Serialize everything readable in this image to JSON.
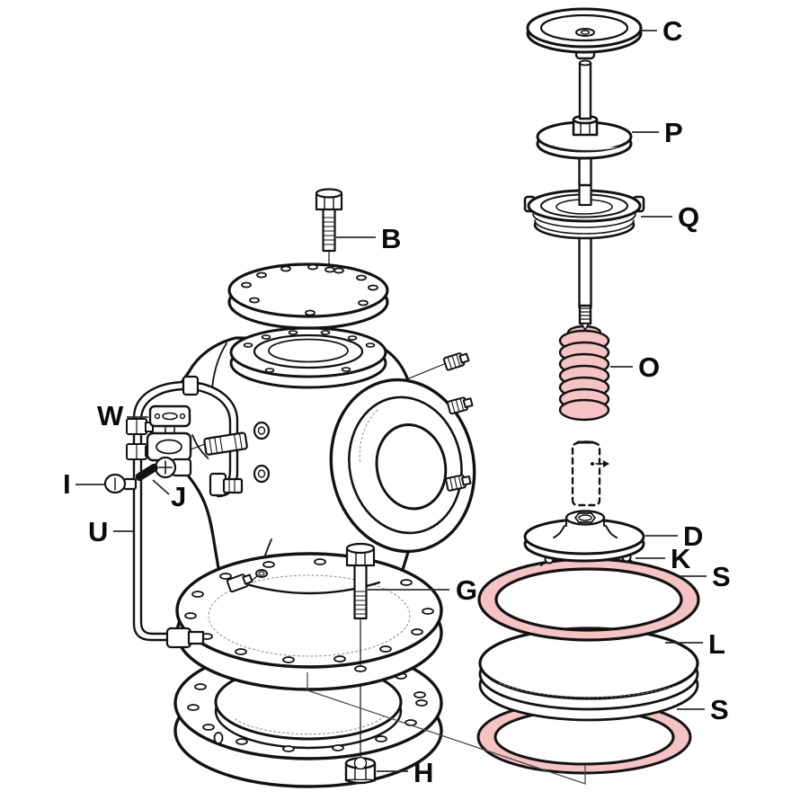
{
  "diagram": {
    "background": "#ffffff",
    "line_color": "#121212",
    "leader_color": "#2b2b2b",
    "thin_line_color": "#4a4a4a",
    "highlight_color": "#f5c3c3",
    "highlighted_labels": [
      "O",
      "S",
      "S"
    ],
    "parts": {
      "handwheel": "C",
      "spindle_plate": "P",
      "gland_ring": "Q",
      "cover_bolt": "B",
      "spring": "O",
      "pilot_plate": "W",
      "plug": "I",
      "pin": "J",
      "tube": "U",
      "disc_holder": "D",
      "retainer_pins": "K",
      "seal_ring_upper": "S",
      "flange_bolt": "G",
      "disc": "L",
      "seal_ring_lower": "S",
      "flange_nut": "H"
    }
  }
}
